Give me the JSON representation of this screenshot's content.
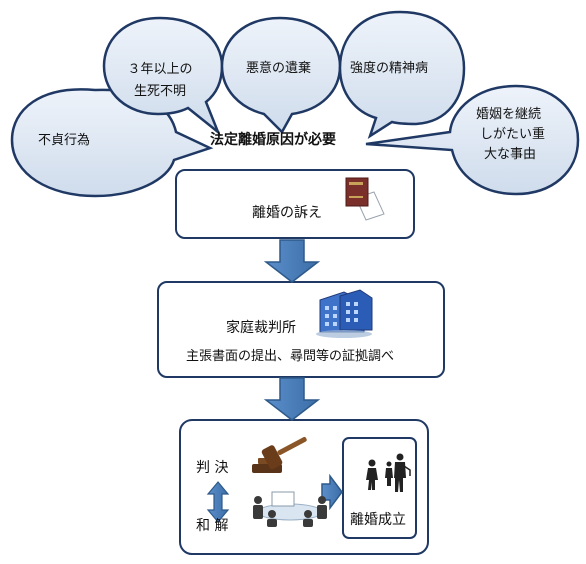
{
  "grounds": {
    "title": "法定離婚原因が必要",
    "reasons": [
      {
        "lines": [
          "不貞行為"
        ]
      },
      {
        "lines": [
          "３年以上の",
          "生死不明"
        ]
      },
      {
        "lines": [
          "悪意の遺棄"
        ]
      },
      {
        "lines": [
          "強度の精神病"
        ]
      },
      {
        "lines": [
          "婚姻を継続",
          "しがたい重",
          "大な事由"
        ]
      }
    ]
  },
  "steps": {
    "lawsuit": "離婚の訴え",
    "court": "家庭裁判所",
    "court_detail": "主張書面の提出、尋問等の証拠調べ",
    "judgment": "判 決",
    "settlement": "和 解",
    "result": "離婚成立"
  },
  "icons": [
    "book-document-icon",
    "court-building-icon",
    "gavel-icon",
    "meeting-icon",
    "separated-family-icon"
  ],
  "colors": {
    "bubble_fill": "#dfe8f3",
    "bubble_stroke": "#1f3864",
    "arrow_fill": "#4a7fbd",
    "arrow_stroke": "#2e5a8a",
    "box_stroke": "#1f3864"
  }
}
